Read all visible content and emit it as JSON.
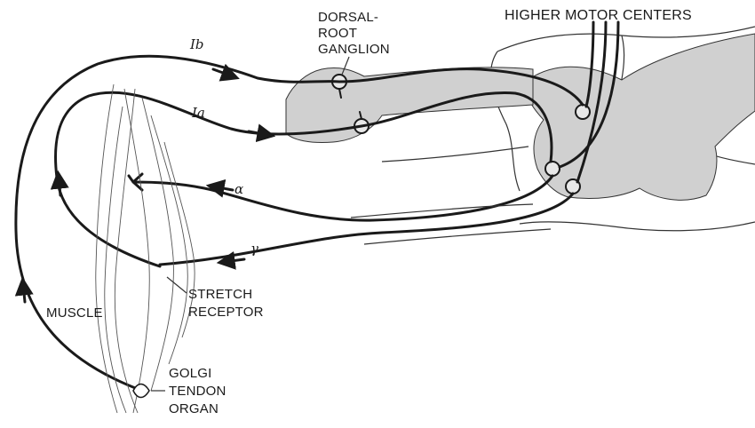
{
  "labels": {
    "dorsal_root_ganglion": [
      "DORSAL-",
      "ROOT",
      "GANGLION"
    ],
    "higher_motor_centers": "HIGHER MOTOR CENTERS",
    "fiber_ib": "Ib",
    "fiber_ia": "Ia",
    "fiber_alpha": "α",
    "fiber_gamma": "γ",
    "muscle": "MUSCLE",
    "stretch_receptor": [
      "STRETCH",
      "RECEPTOR"
    ],
    "golgi_tendon_organ": [
      "GOLGI",
      "TENDON",
      "ORGAN"
    ]
  },
  "colors": {
    "ink": "#1a1a1a",
    "gray_matter": "#d0d0d0",
    "background": "#ffffff"
  }
}
